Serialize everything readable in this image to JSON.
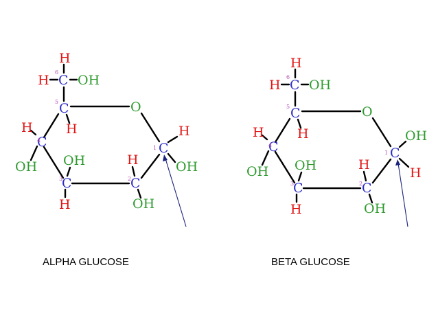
{
  "colors": {
    "carbon": "#2d2dc8",
    "oxygen": "#2e9a2e",
    "hydrogen": "#e01414",
    "hydroxyl": "#2e9a2e",
    "bond": "#000000",
    "arrow": "#1a237e"
  },
  "labels": {
    "carbon": "C",
    "oxygen": "O",
    "hydrogen": "H",
    "hydroxyl": "OH",
    "hydroxyl_left": "OH",
    "c1": "1",
    "c2": "2",
    "c3": "3",
    "c4": "4",
    "c5": "5",
    "c6": "6"
  },
  "molecules": [
    {
      "id": "alpha",
      "caption": "ALPHA GLUCOSE",
      "anomeric_up": "H",
      "anomeric_down": "OH"
    },
    {
      "id": "beta",
      "caption": "BETA GLUCOSE",
      "anomeric_up": "OH",
      "anomeric_down": "H"
    }
  ]
}
